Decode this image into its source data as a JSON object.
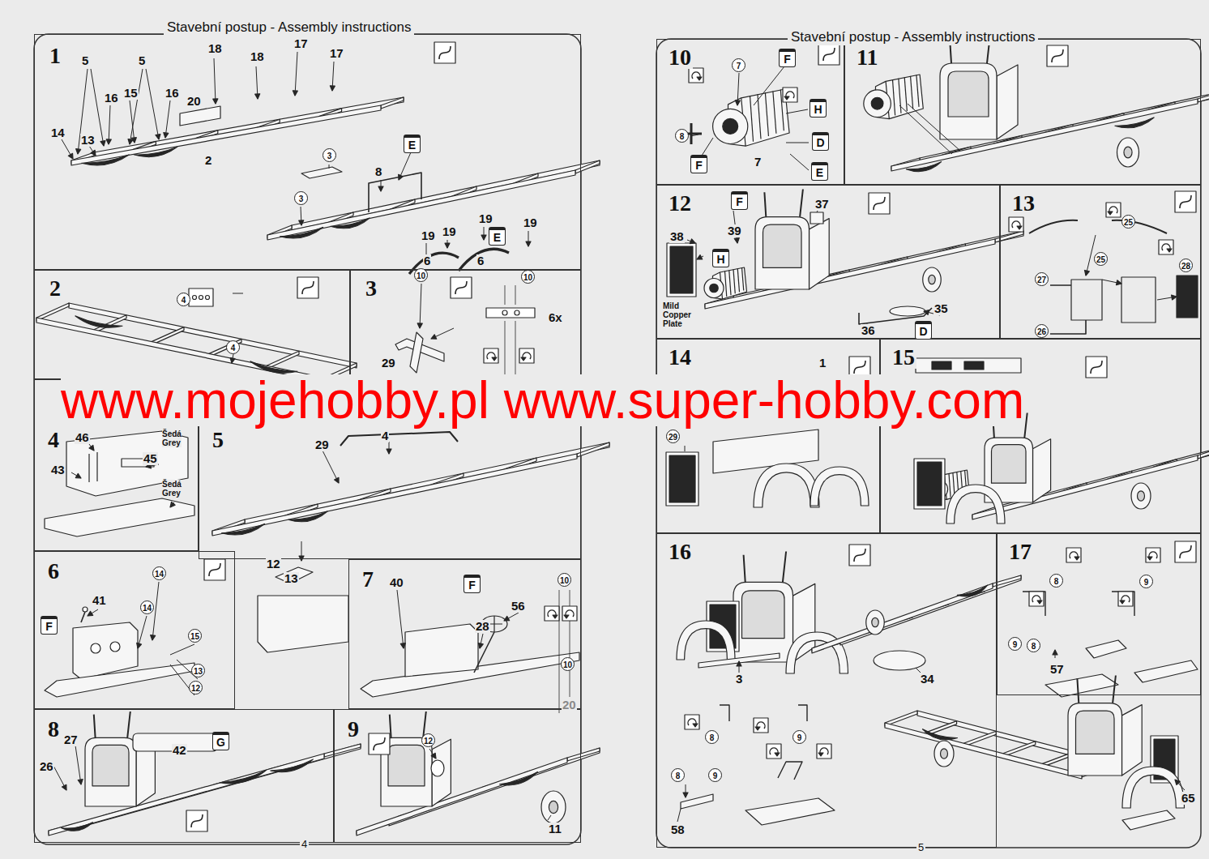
{
  "diagram": {
    "title": "Stavební postup - Assembly instructions",
    "nodes": [
      {
        "text": [
          "1"
        ]
      },
      {
        "text": [
          "2"
        ]
      },
      {
        "text": [
          "3"
        ]
      },
      {
        "text": [
          "4"
        ]
      },
      {
        "text": [
          "5"
        ]
      },
      {
        "text": [
          "6"
        ]
      },
      {
        "text": [
          "7"
        ]
      },
      {
        "text": [
          "8"
        ]
      },
      {
        "text": [
          "9"
        ]
      },
      {
        "text": [
          "10"
        ]
      },
      {
        "text": [
          "11"
        ]
      },
      {
        "text": [
          "12"
        ]
      },
      {
        "text": [
          "13"
        ]
      },
      {
        "text": [
          "14"
        ]
      },
      {
        "text": [
          "15"
        ]
      },
      {
        "text": [
          "16"
        ]
      },
      {
        "text": [
          "17"
        ]
      }
    ],
    "labels": [
      "Stavební postup - Assembly instructions",
      "4",
      "5",
      "www.mojehobby.pl www.super-hobby.com",
      "5",
      "5",
      "16",
      "15",
      "16",
      "14",
      "13",
      "20",
      "2",
      "18",
      "18",
      "17",
      "17",
      "3",
      "3",
      "E",
      "8",
      "19",
      "19",
      "19",
      "E",
      "19",
      "6",
      "6",
      "4",
      "4",
      "10",
      "10",
      "6x",
      "29",
      "46",
      "Šedá Grey",
      "43",
      "45",
      "Šedá Grey",
      "29",
      "4",
      "12",
      "13",
      "14",
      "41",
      "F",
      "14",
      "15",
      "13",
      "12",
      "40",
      "F",
      "56",
      "28",
      "10",
      "10",
      "20",
      "27",
      "26",
      "42",
      "G",
      "12",
      "11",
      "7",
      "F",
      "H",
      "8",
      "D",
      "F",
      "7",
      "E",
      "F",
      "37",
      "39",
      "38",
      "H",
      "Mild Copper Plate",
      "35",
      "36",
      "D",
      "25",
      "25",
      "28",
      "27",
      "26",
      "1",
      "29",
      "3",
      "34",
      "8",
      "9",
      "8",
      "9",
      "58",
      "8",
      "9",
      "9",
      "8",
      "57",
      "65"
    ]
  }
}
